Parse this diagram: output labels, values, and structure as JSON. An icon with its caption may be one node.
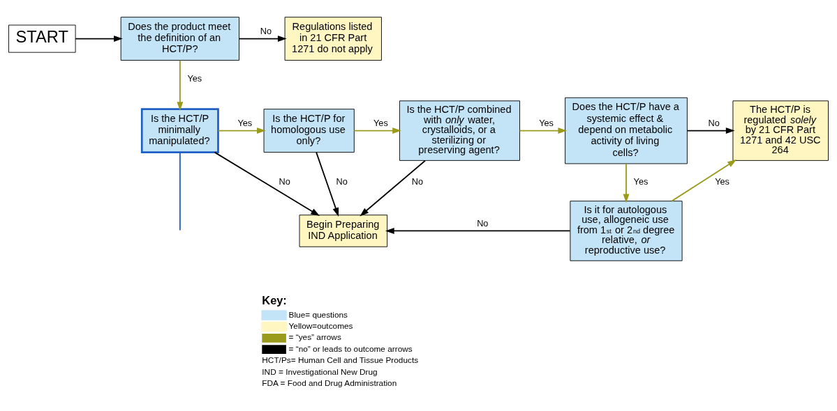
{
  "diagram": {
    "nodes": [
      {
        "text": [
          "START"
        ]
      },
      {
        "text": [
          "Does the product meet the definition of an HCT/P?"
        ]
      },
      {
        "text": [
          "Regulations listed in 21 CFR Part 1271 do not apply"
        ]
      },
      {
        "text": [
          "Is the HCT/P minimally manipulated?"
        ]
      },
      {
        "text": [
          "Is the HCT/P for homologous use only?"
        ]
      },
      {
        "text": [
          "Is the HCT/P combined with *only* water, crystalloids, or a sterilizing or preserving agent?"
        ]
      },
      {
        "text": [
          "Does the HCT/P have a systemic effect & depend on metabolic activity of living cells?"
        ]
      },
      {
        "text": [
          "The HCT/P is regulated *solely* by 21 CFR Part 1271 and 42 USC 264"
        ]
      },
      {
        "text": [
          "Begin Preparing IND Application"
        ]
      },
      {
        "text": [
          "Is it for autologous use, allogeneic use from 1$^{st}$ or 2$^{nd}$ degree relative, *or* reproductive use?"
        ]
      }
    ],
    "edges": [
      {
        "from": 0,
        "to": 1,
        "arrow": "to",
        "color": "#000000"
      },
      {
        "from": 1,
        "to": 2,
        "arrow": "to",
        "label": "No",
        "color": "#000000"
      },
      {
        "from": 1,
        "to": 3,
        "arrow": "to",
        "label": "Yes",
        "color": "#9a9a1c"
      },
      {
        "from": 3,
        "to": 4,
        "arrow": "to",
        "label": "Yes",
        "color": "#9a9a1c"
      },
      {
        "from": 4,
        "to": 5,
        "arrow": "to",
        "label": "Yes",
        "color": "#9a9a1c"
      },
      {
        "from": 5,
        "to": 6,
        "arrow": "to",
        "label": "Yes",
        "color": "#9a9a1c"
      },
      {
        "from": 6,
        "to": 7,
        "arrow": "to",
        "label": "No",
        "color": "#000000"
      },
      {
        "from": 3,
        "to": 8,
        "arrow": "to",
        "label": "No",
        "color": "#000000"
      },
      {
        "from": 4,
        "to": 8,
        "arrow": "to",
        "label": "No",
        "color": "#000000"
      },
      {
        "from": 5,
        "to": 8,
        "arrow": "to",
        "label": "No",
        "color": "#000000"
      },
      {
        "from": 6,
        "to": 9,
        "arrow": "to",
        "label": "Yes",
        "color": "#9a9a1c"
      },
      {
        "from": 9,
        "to": 8,
        "arrow": "to",
        "label": "No",
        "color": "#000000"
      },
      {
        "from": 9,
        "to": 7,
        "arrow": "to",
        "label": "Yes",
        "color": "#9a9a1c"
      },
      {
        "from": 3,
        "to": null,
        "arrow": "none",
        "color": "#1f5fc4"
      }
    ],
    "labels": [
      "Key:",
      "HCT/Ps= Human Cell and Tissue Products",
      "IND = Investigational New Drug",
      "FDA = Food and Drug Administration"
    ],
    "legend": [
      {
        "text": "Blue= questions",
        "color": "#c3e4f7"
      },
      {
        "text": "Yellow=outcomes",
        "color": "#fff6c1"
      },
      {
        "text": "= “yes” arrows"
      },
      {
        "text": "= “no” or leads to outcome arrows"
      }
    ]
  }
}
